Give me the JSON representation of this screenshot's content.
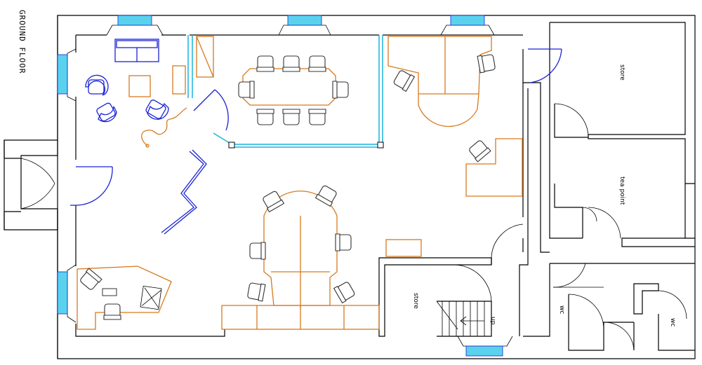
{
  "title": "GROUND FLOOR",
  "rooms": {
    "store_top_right": "store",
    "tea_point": "tea point",
    "store_center": "store",
    "wc_left": "wc",
    "wc_right": "wc",
    "stair_up": "up"
  },
  "colors": {
    "walls": "#000000",
    "doors_and_furniture": "#1a22d6",
    "desks": "#d77a1e",
    "glazing": "#19b4de"
  }
}
